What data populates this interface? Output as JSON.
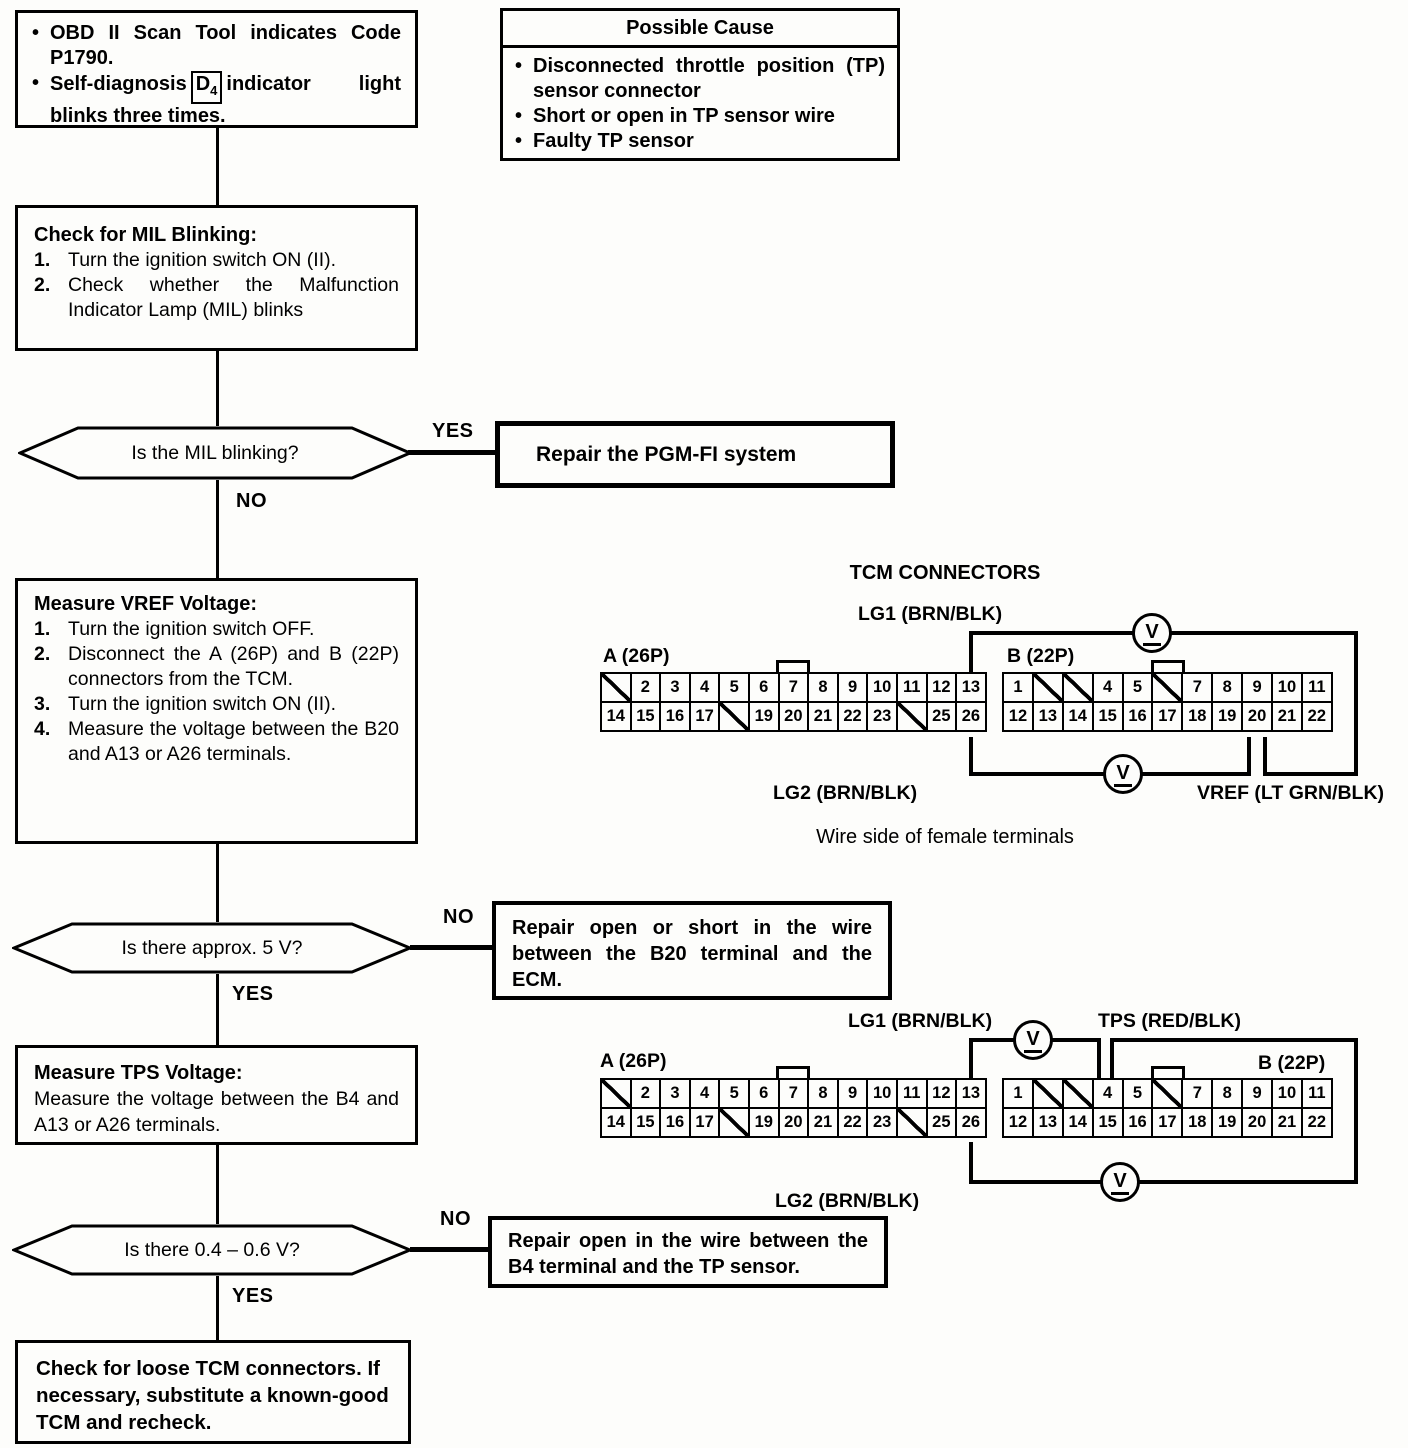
{
  "colors": {
    "ink": "#000000",
    "paper": "#fdfdfb"
  },
  "labels": {
    "yes": "YES",
    "no": "NO"
  },
  "symptom": {
    "item1": "OBD II Scan Tool indicates Code P1790.",
    "item2_pre": "Self-diagnosis",
    "d4_main": "D",
    "d4_sub": "4",
    "item2_post": "indicator light blinks three times."
  },
  "cause": {
    "title": "Possible Cause",
    "items": [
      "Disconnected throttle position (TP) sensor connector",
      "Short or open in TP sensor wire",
      "Faulty TP sensor"
    ]
  },
  "check_mil": {
    "title": "Check for MIL Blinking:",
    "steps": [
      "Turn the ignition switch ON (II).",
      "Check whether the Malfunction Indicator Lamp (MIL) blinks"
    ]
  },
  "decisions": {
    "d1": {
      "question": "Is the MIL blinking?"
    },
    "d2": {
      "question": "Is there approx. 5 V?"
    },
    "d3": {
      "question": "Is there 0.4 – 0.6 V?"
    }
  },
  "actions": {
    "pgmfi": "Repair the PGM-FI system",
    "b20": "Repair open or short in the wire between the B20 terminal and the ECM.",
    "b4": "Repair open in the wire between the B4 terminal and the TP sensor."
  },
  "vref": {
    "title": "Measure VREF Voltage:",
    "steps": [
      "Turn the ignition switch OFF.",
      "Disconnect the A (26P) and B (22P) connectors from the TCM.",
      "Turn the ignition switch ON (II).",
      "Measure the voltage between the B20 and A13 or A26 terminals."
    ]
  },
  "tps": {
    "title": "Measure TPS Voltage:",
    "body": "Measure the voltage between the B4 and A13 or A26 terminals."
  },
  "final": {
    "text": "Check for loose TCM connectors. If necessary, substitute a known-good TCM and recheck."
  },
  "diagram1": {
    "title": "TCM CONNECTORS",
    "lg1": "LG1 (BRN/BLK)",
    "lg2": "LG2 (BRN/BLK)",
    "vref": "VREF (LT GRN/BLK)",
    "a_label": "A (26P)",
    "b_label": "B (22P)",
    "caption": "Wire side of female terminals",
    "meter": "V"
  },
  "diagram2": {
    "lg1": "LG1 (BRN/BLK)",
    "tps": "TPS (RED/BLK)",
    "lg2": "LG2 (BRN/BLK)",
    "a_label": "A (26P)",
    "b_label": "B (22P)",
    "meter": "V"
  },
  "pins": {
    "a": [
      [
        "/",
        "2",
        "3",
        "4",
        "5",
        "6",
        "7",
        "8",
        "9",
        "10",
        "11",
        "12",
        "13"
      ],
      [
        "14",
        "15",
        "16",
        "17",
        "/",
        "19",
        "20",
        "21",
        "22",
        "23",
        "/",
        "25",
        "26"
      ]
    ],
    "b": [
      [
        "1",
        "/",
        "/",
        "4",
        "5",
        "/",
        "7",
        "8",
        "9",
        "10",
        "11"
      ],
      [
        "12",
        "13",
        "14",
        "15",
        "16",
        "17",
        "18",
        "19",
        "20",
        "21",
        "22"
      ]
    ]
  }
}
